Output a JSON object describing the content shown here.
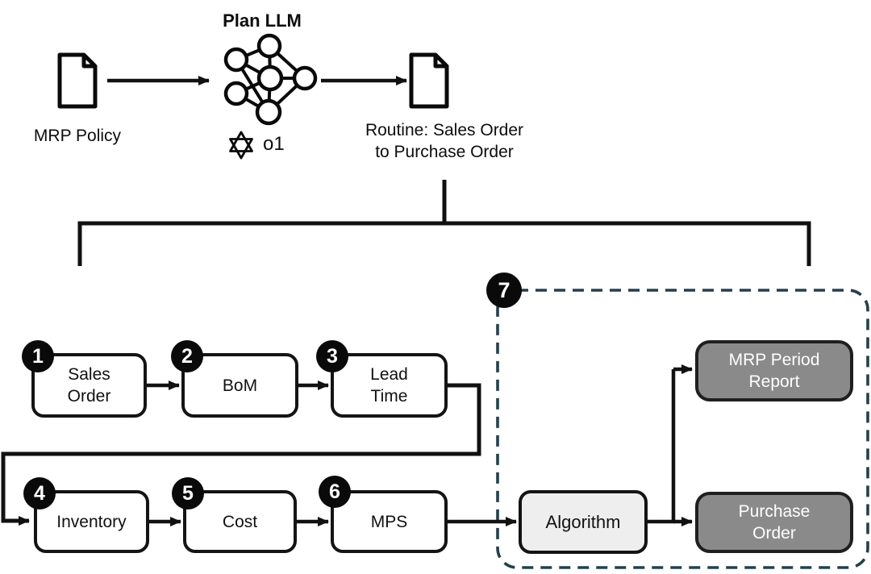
{
  "header": {
    "input_doc_label": "MRP Policy",
    "llm_title": "Plan LLM",
    "model_label": "o1",
    "output_doc_label": "Routine: Sales Order\nto Purchase Order"
  },
  "steps": [
    {
      "number": "1",
      "label": "Sales\nOrder"
    },
    {
      "number": "2",
      "label": "BoM"
    },
    {
      "number": "3",
      "label": "Lead\nTime"
    },
    {
      "number": "4",
      "label": "Inventory"
    },
    {
      "number": "5",
      "label": "Cost"
    },
    {
      "number": "6",
      "label": "MPS"
    }
  ],
  "phase7": {
    "number": "7"
  },
  "algorithm": {
    "label": "Algorithm"
  },
  "outputs": [
    {
      "label": "MRP Period\nReport"
    },
    {
      "label": "Purchase\nOrder"
    }
  ],
  "icons": {
    "input_doc": "document-icon",
    "output_doc": "document-icon",
    "plan_llm": "neural-network-icon",
    "model": "openai-logo-icon"
  },
  "colors": {
    "background": "#ffffff",
    "line": "#111111",
    "box_border": "#141414",
    "box_fill": "#ffffff",
    "algorithm_fill": "#eeeeee",
    "gray_box_fill": "#8a8a8a",
    "gray_box_border": "#1f1f1f",
    "gray_box_text": "#ffffff",
    "dashed_border": "#24404b",
    "badge_fill": "#0a0a0a",
    "badge_text": "#ffffff"
  }
}
